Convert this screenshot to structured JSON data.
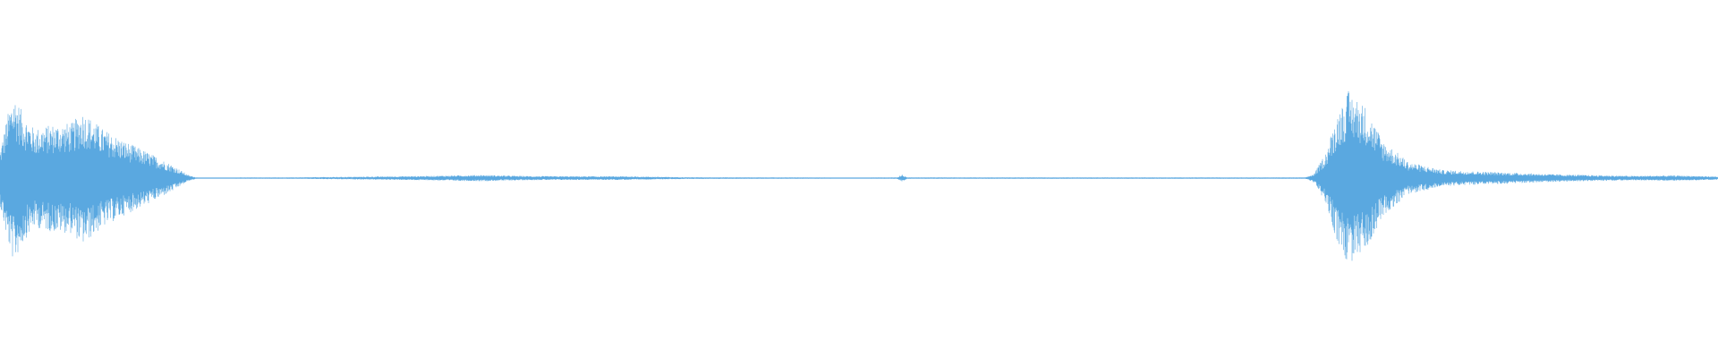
{
  "waveform": {
    "color": "#5aa8e0",
    "background": "#ffffff",
    "envelope": [
      {
        "t": 0.0,
        "a": 0.3
      },
      {
        "t": 0.004,
        "a": 0.68
      },
      {
        "t": 0.008,
        "a": 0.95
      },
      {
        "t": 0.014,
        "a": 0.7
      },
      {
        "t": 0.02,
        "a": 0.55
      },
      {
        "t": 0.03,
        "a": 0.6
      },
      {
        "t": 0.042,
        "a": 0.62
      },
      {
        "t": 0.048,
        "a": 0.75
      },
      {
        "t": 0.06,
        "a": 0.55
      },
      {
        "t": 0.072,
        "a": 0.42
      },
      {
        "t": 0.085,
        "a": 0.3
      },
      {
        "t": 0.1,
        "a": 0.15
      },
      {
        "t": 0.11,
        "a": 0.03
      },
      {
        "t": 0.115,
        "a": 0.006
      },
      {
        "t": 0.17,
        "a": 0.008
      },
      {
        "t": 0.24,
        "a": 0.022
      },
      {
        "t": 0.28,
        "a": 0.035
      },
      {
        "t": 0.31,
        "a": 0.022
      },
      {
        "t": 0.365,
        "a": 0.02
      },
      {
        "t": 0.4,
        "a": 0.01
      },
      {
        "t": 0.5,
        "a": 0.006
      },
      {
        "t": 0.522,
        "a": 0.008
      },
      {
        "t": 0.525,
        "a": 0.04
      },
      {
        "t": 0.528,
        "a": 0.008
      },
      {
        "t": 0.76,
        "a": 0.008
      },
      {
        "t": 0.765,
        "a": 0.05
      },
      {
        "t": 0.772,
        "a": 0.3
      },
      {
        "t": 0.778,
        "a": 0.7
      },
      {
        "t": 0.785,
        "a": 0.98
      },
      {
        "t": 0.795,
        "a": 0.8
      },
      {
        "t": 0.805,
        "a": 0.42
      },
      {
        "t": 0.82,
        "a": 0.18
      },
      {
        "t": 0.84,
        "a": 0.09
      },
      {
        "t": 0.86,
        "a": 0.075
      },
      {
        "t": 0.88,
        "a": 0.06
      },
      {
        "t": 0.91,
        "a": 0.04
      },
      {
        "t": 0.95,
        "a": 0.025
      },
      {
        "t": 0.975,
        "a": 0.03
      },
      {
        "t": 1.0,
        "a": 0.018
      }
    ]
  }
}
